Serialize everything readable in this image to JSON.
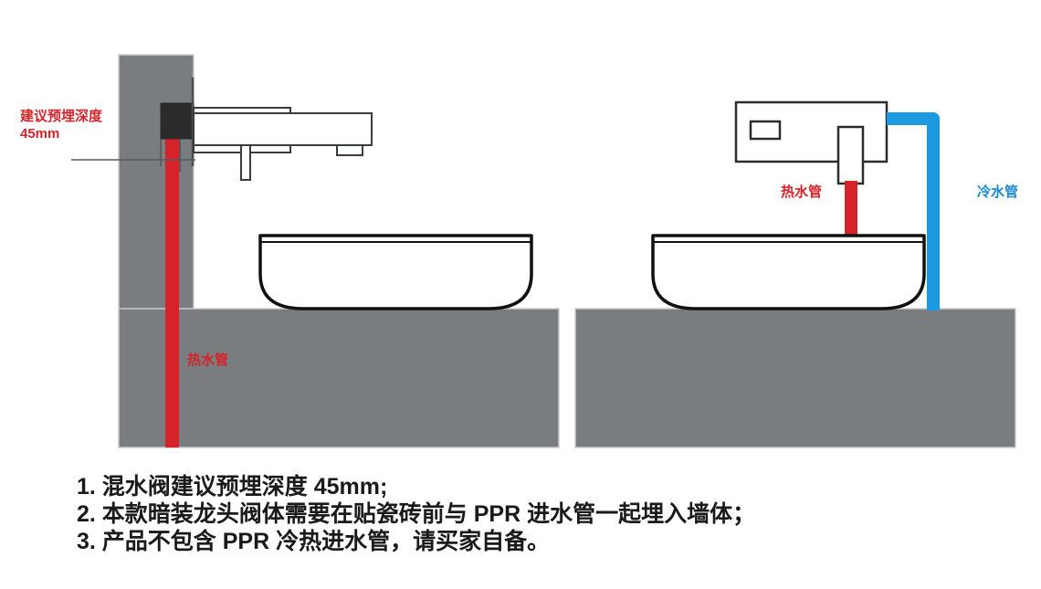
{
  "diagram": {
    "title_alt": "壁挂式暗装龙头安装示意图",
    "colors": {
      "wall_gray": "#7a7d80",
      "counter_gray": "#7a7d80",
      "hot_red": "#d6232a",
      "cold_blue": "#1b9ae0",
      "valve_dark": "#2b2b2b",
      "outline": "#1a1a1a",
      "label_red": "#d6232a",
      "label_blue": "#1b8ad0",
      "note_text": "#1a1a1a",
      "basin_fill": "#ffffff",
      "leader_line": "#555a5e"
    },
    "left_view": {
      "name": "left-elevation-view",
      "depth_label": "建议预埋深度 45mm",
      "depth_label_line1": "建议预埋深",
      "depth_label_line2": "度 45mm",
      "hot_pipe_label": "热水管"
    },
    "right_view": {
      "name": "right-rough-in-view",
      "hot_pipe_label": "热水管",
      "cold_pipe_label": "冷水管"
    }
  },
  "notes": {
    "items": [
      "1. 混水阀建议预埋深度 45mm;",
      "2. 本款暗装龙头阀体需要在贴瓷砖前与 PPR 进水管一起埋入墙体；",
      "3. 产品不包含 PPR 冷热进水管，请买家自备。"
    ]
  }
}
